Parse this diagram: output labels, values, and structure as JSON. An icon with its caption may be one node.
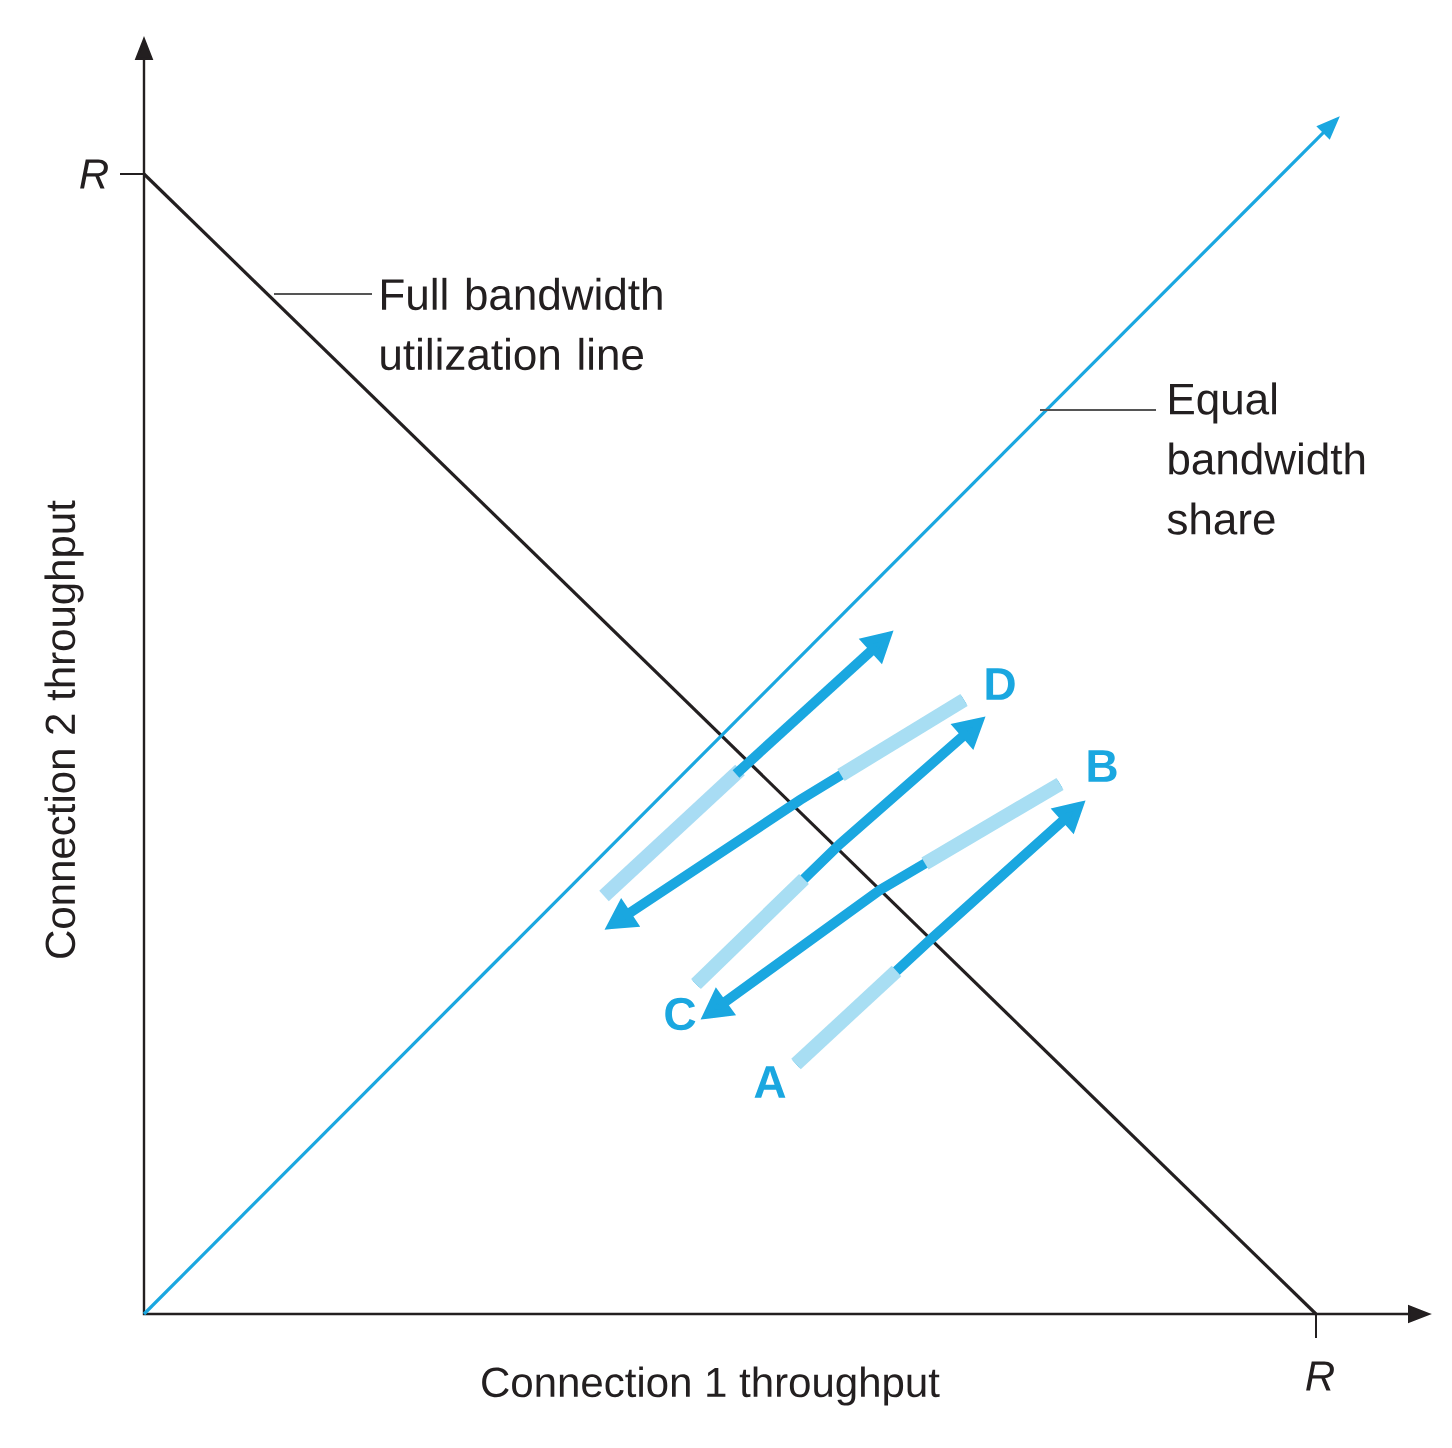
{
  "diagram": {
    "nodes": [
      {
        "text": [
          "Full bandwidth utilization line"
        ]
      },
      {
        "text": [
          "Equal bandwidth share"
        ]
      },
      {
        "text": [
          "A"
        ]
      },
      {
        "text": [
          "B"
        ]
      },
      {
        "text": [
          "C"
        ]
      },
      {
        "text": [
          "D"
        ]
      }
    ],
    "edges": [
      {
        "from": 0,
        "to": null,
        "arrow": "none",
        "color": "#555555"
      },
      {
        "from": 1,
        "to": null,
        "arrow": "none",
        "color": "#555555"
      },
      {
        "from": 2,
        "to": 3,
        "arrow": "to",
        "color": "#1aa7e0"
      },
      {
        "from": 3,
        "to": 4,
        "arrow": "to",
        "color": "#1aa7e0"
      },
      {
        "from": 4,
        "to": 5,
        "arrow": "to",
        "color": "#1aa7e0"
      },
      {
        "from": 5,
        "to": null,
        "arrow": "to",
        "color": "#1aa7e0"
      }
    ],
    "labels": [
      "R",
      "Connection 2 throughput",
      "R",
      "Connection 1 throughput"
    ]
  }
}
